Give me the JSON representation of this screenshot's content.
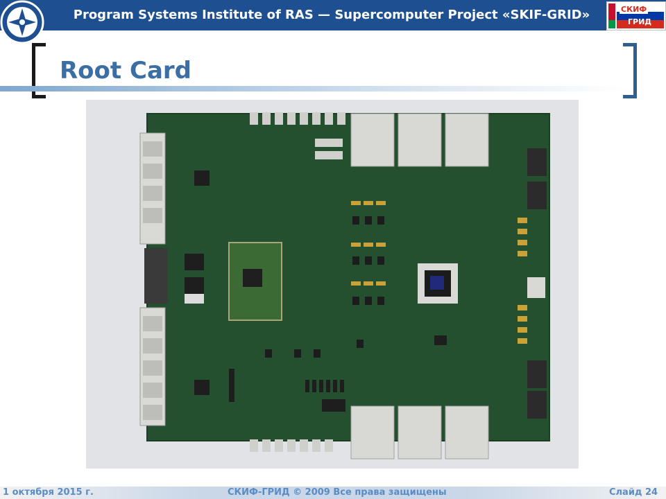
{
  "header": {
    "title": "Program Systems Institute of RAS — Supercomputer Project «SKIF-GRID»",
    "logo_right_line1": "СКИФ",
    "logo_right_line2": "ГРИД"
  },
  "slide": {
    "title": "Root Card"
  },
  "footer": {
    "date": "1 октября 2015 г.",
    "center": "СКИФ-ГРИД © 2009 Все права защищены",
    "slide_number": "Слайд 24"
  },
  "colors": {
    "header_bg": "#1d4f91",
    "title_color": "#3a6ea5",
    "footer_text": "#5b8cc4",
    "pcb_green": "#25502f"
  },
  "icons": {
    "left_logo": "institute-emblem-icon",
    "right_logo": "skif-grid-flag-logo"
  }
}
